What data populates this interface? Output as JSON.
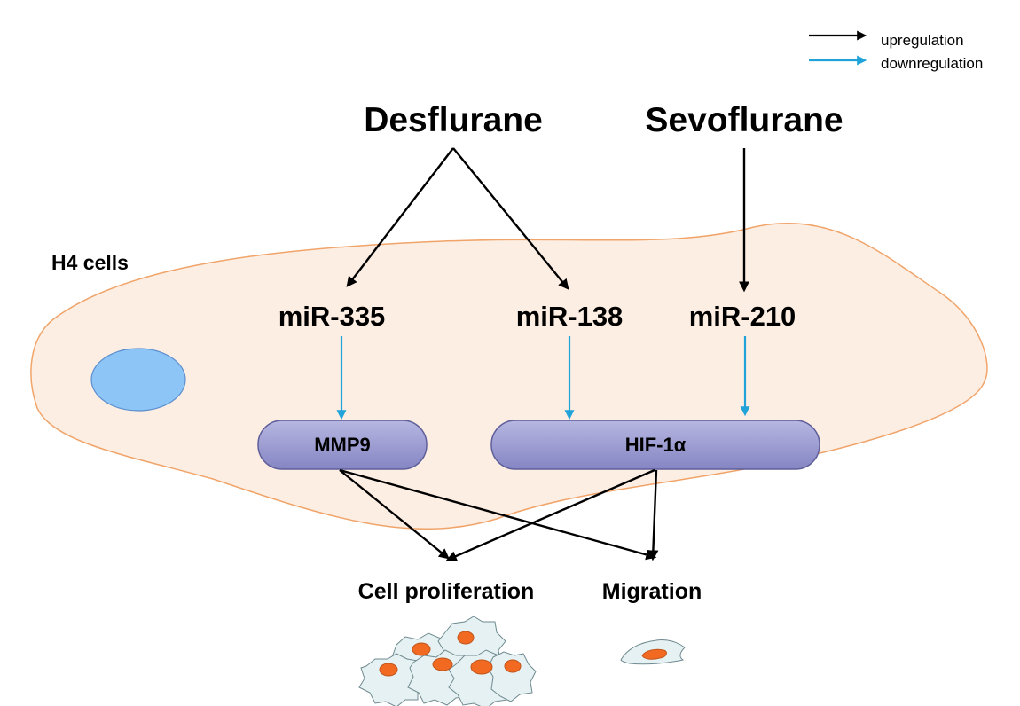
{
  "legend": {
    "up_label": "upregulation",
    "down_label": "downregulation"
  },
  "drugs": {
    "desflurane": "Desflurane",
    "sevoflurane": "Sevoflurane"
  },
  "cell_label": "H4 cells",
  "mirnas": {
    "mir335": "miR-335",
    "mir138": "miR-138",
    "mir210": "miR-210"
  },
  "targets": {
    "mmp9": "MMP9",
    "hif1a": "HIF-1α"
  },
  "outcomes": {
    "proliferation": "Cell proliferation",
    "migration": "Migration"
  },
  "colors": {
    "up_arrow": "#000000",
    "down_arrow": "#1fa3d8",
    "cell_fill": "#fdeee3",
    "cell_stroke": "#f0a46a",
    "nucleus_fill": "#8ec5f7",
    "nucleus_stroke": "#5c8fcf",
    "box_fill": "#9f9fd4",
    "box_stroke": "#5f5f9a",
    "small_cell_fill": "#e6f1f3",
    "small_nucleus_fill": "#f26a21"
  }
}
